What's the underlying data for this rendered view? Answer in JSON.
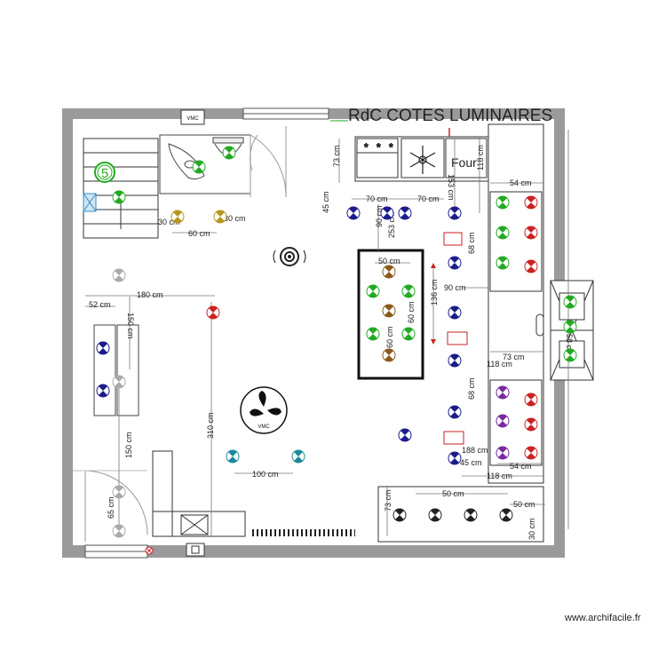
{
  "title": "RdC COTES LUMINAIRES",
  "credit": "www.archifacile.fr",
  "labels": {
    "four": "Four",
    "vmc_small": "VMC",
    "vmc_fan": "VMC",
    "stair_number": "5"
  },
  "dimensions": [
    "73 cm",
    "45 cm",
    "70 cm",
    "70 cm",
    "153 cm",
    "118 cm",
    "90 cm",
    "253 cm",
    "54 cm",
    "30 cm",
    "30 cm",
    "60 cm",
    "68 cm",
    "50 cm",
    "60 cm",
    "60 cm",
    "136 cm",
    "90 cm",
    "180 cm",
    "52 cm",
    "150 cm",
    "73 cm",
    "118 cm",
    "310 cm",
    "68 cm",
    "150 cm",
    "188 cm",
    "45 cm",
    "54 cm",
    "118 cm",
    "100 cm",
    "50 cm",
    "73 cm",
    "50 cm",
    "65 cm",
    "30 cm",
    "58 cm"
  ],
  "colors": {
    "wall": "#999999",
    "navy": "#1c1c8c",
    "green": "#22aa22",
    "red": "#cc2222",
    "brown": "#8b5a1a",
    "purple": "#7a2aa0",
    "teal": "#1a8a9a",
    "gold": "#b8961e",
    "gray": "#aaaaaa",
    "black": "#222222"
  }
}
